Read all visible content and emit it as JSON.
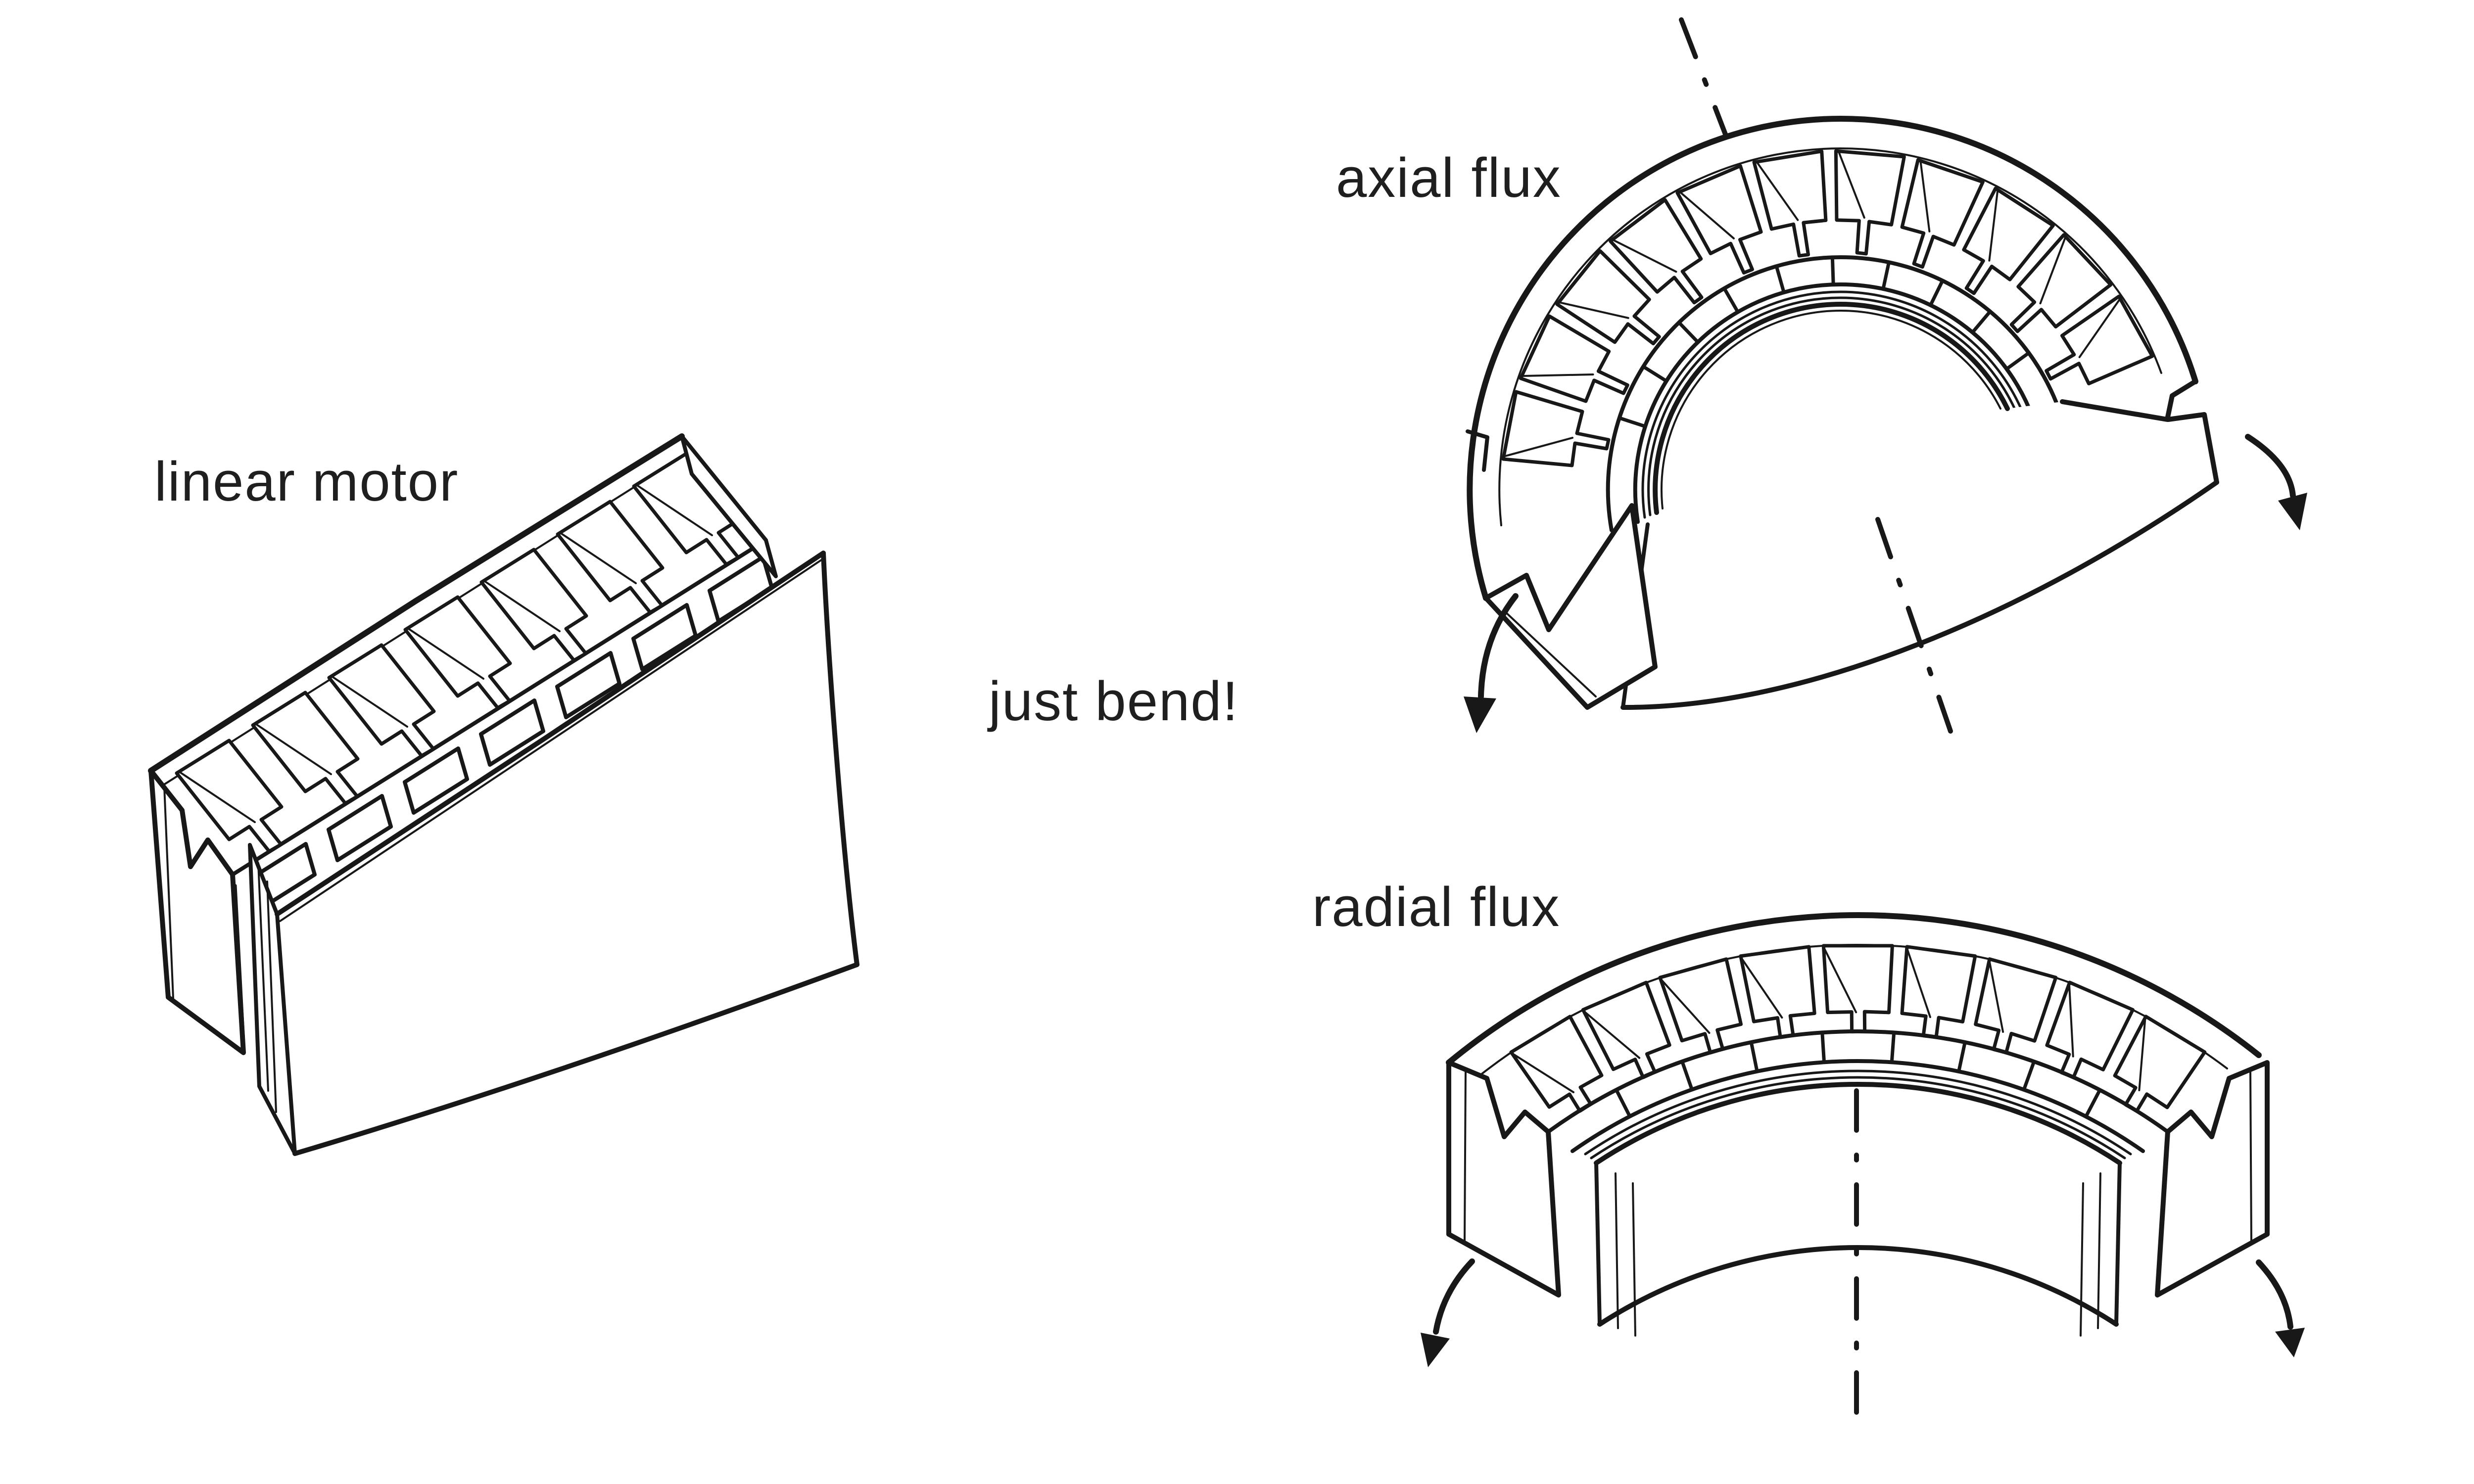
{
  "page": {
    "background_color": "#ffffff",
    "ink_color": "#181818",
    "style": "hand-drawn black ink sketch on white"
  },
  "labels": {
    "linear_motor": "linear motor",
    "just_bend": "just bend!",
    "axial_flux": "axial flux",
    "radial_flux": "radial flux"
  },
  "figures": {
    "linear_motor": {
      "teeth_visible": 7
    },
    "axial_flux": {
      "teeth_visible": 11
    },
    "radial_flux": {
      "teeth_visible": 9
    }
  },
  "icons": {
    "rotation_arrow": "curved-arrow-with-solid-head",
    "rotation_axis": "dash-dot-axis-line"
  }
}
